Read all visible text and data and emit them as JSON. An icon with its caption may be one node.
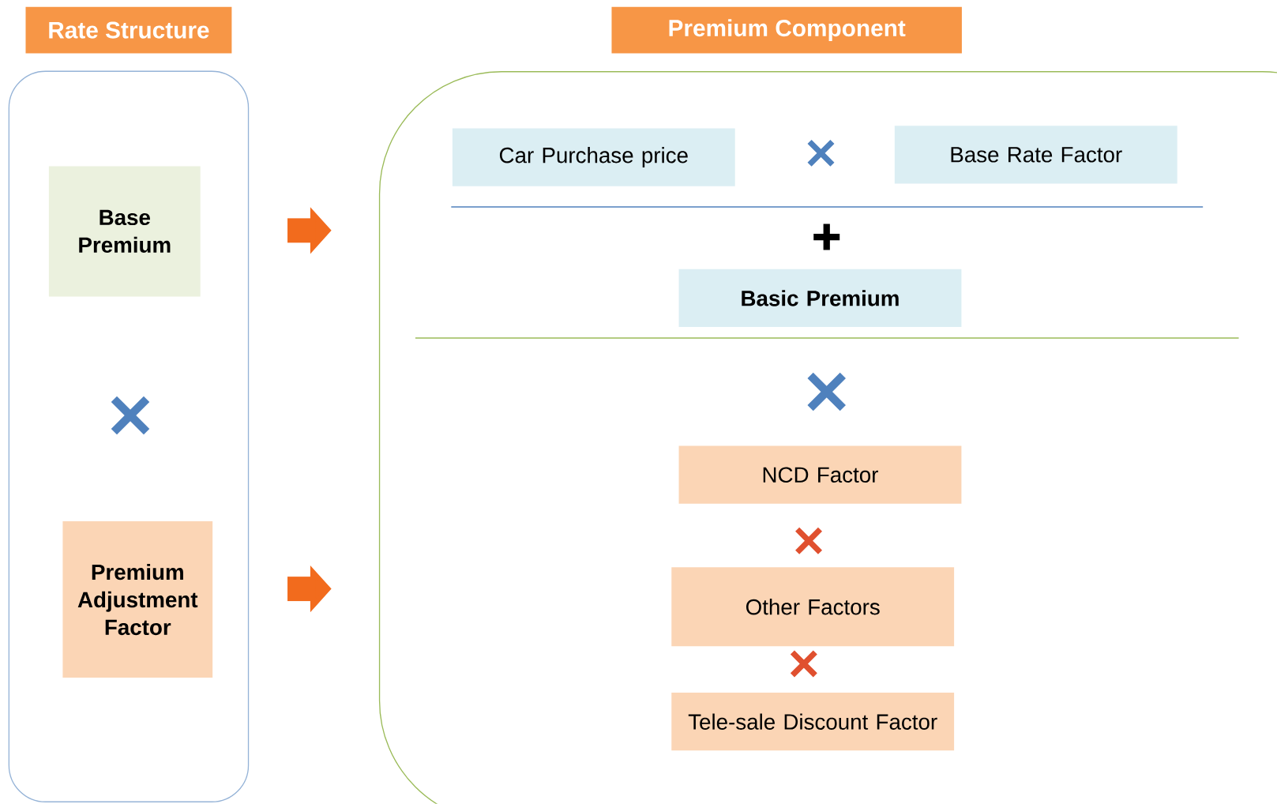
{
  "diagram": {
    "nodes": [
      {
        "text": [
          "Rate Structure"
        ]
      },
      {
        "text": [
          "Base Premium"
        ],
        "in": 0
      },
      {
        "text": [
          "Premium Adjustment Factor"
        ],
        "in": 0
      },
      {
        "text": [
          "Premium Component"
        ]
      },
      {
        "text": [
          "Car Purchase price"
        ],
        "in": 3
      },
      {
        "text": [
          "Base Rate Factor"
        ],
        "in": 3
      },
      {
        "text": [
          "Basic Premium"
        ],
        "in": 3
      },
      {
        "text": [
          "NCD Factor"
        ],
        "in": 3
      },
      {
        "text": [
          "Other Factors"
        ],
        "in": 3
      },
      {
        "text": [
          "Tele-sale Discount Factor"
        ],
        "in": 3
      }
    ]
  }
}
